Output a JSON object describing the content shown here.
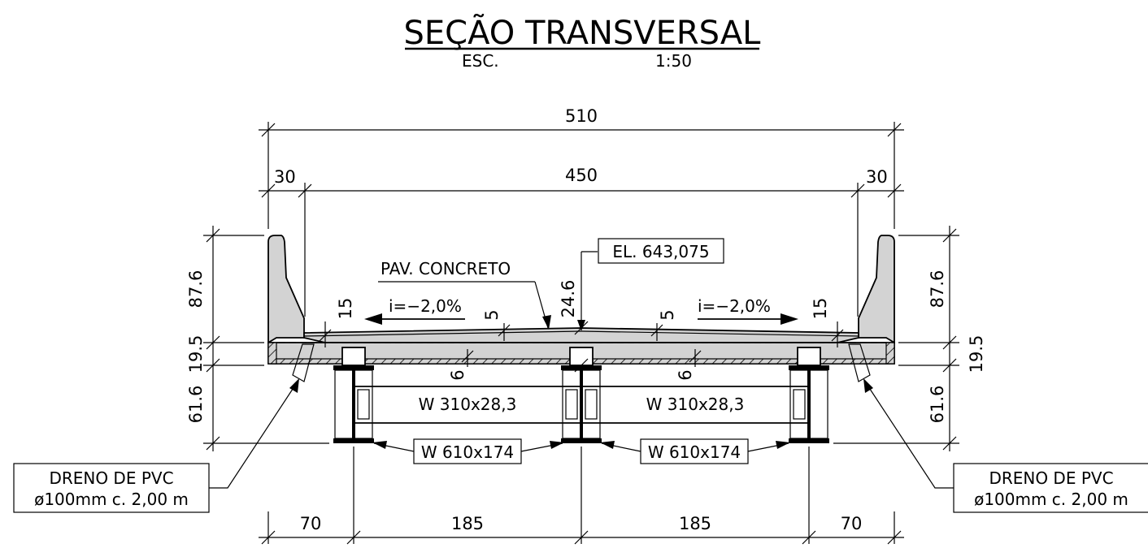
{
  "title": {
    "main": "SEÇÃO TRANSVERSAL",
    "scale_label": "ESC.",
    "scale_value": "1:50"
  },
  "dimensions": {
    "total_width": "510",
    "deck_width": "450",
    "barrier_left": "30",
    "barrier_right": "30",
    "barrier_height_left": "87.6",
    "barrier_height_right": "87.6",
    "slab_thickness_left": "19.5",
    "slab_thickness_right": "19.5",
    "girder_depth_left": "61.6",
    "girder_depth_right": "61.6",
    "overhang_left": "70",
    "girder_spacing_1": "185",
    "girder_spacing_2": "185",
    "overhang_right": "70",
    "pavement_thickness_center": "24.6",
    "pavement_left": "5",
    "pavement_right": "5",
    "edge_left": "15",
    "edge_right": "15",
    "slab_left": "6",
    "slab_right": "6"
  },
  "labels": {
    "pavement": "PAV. CONCRETO",
    "elevation": "EL. 643,075",
    "slope_left": "i=−2,0%",
    "slope_right": "i=−2,0%",
    "crossbeam_left": "W 310x28,3",
    "crossbeam_right": "W 310x28,3",
    "girder_tag_left": "W 610x174",
    "girder_tag_right": "W 610x174",
    "drain_left_line1": "DRENO   DE PVC",
    "drain_left_line2": "ø100mm  c. 2,00  m",
    "drain_right_line1": "DRENO   DE PVC",
    "drain_right_line2": "ø100mm  c. 2,00  m"
  }
}
